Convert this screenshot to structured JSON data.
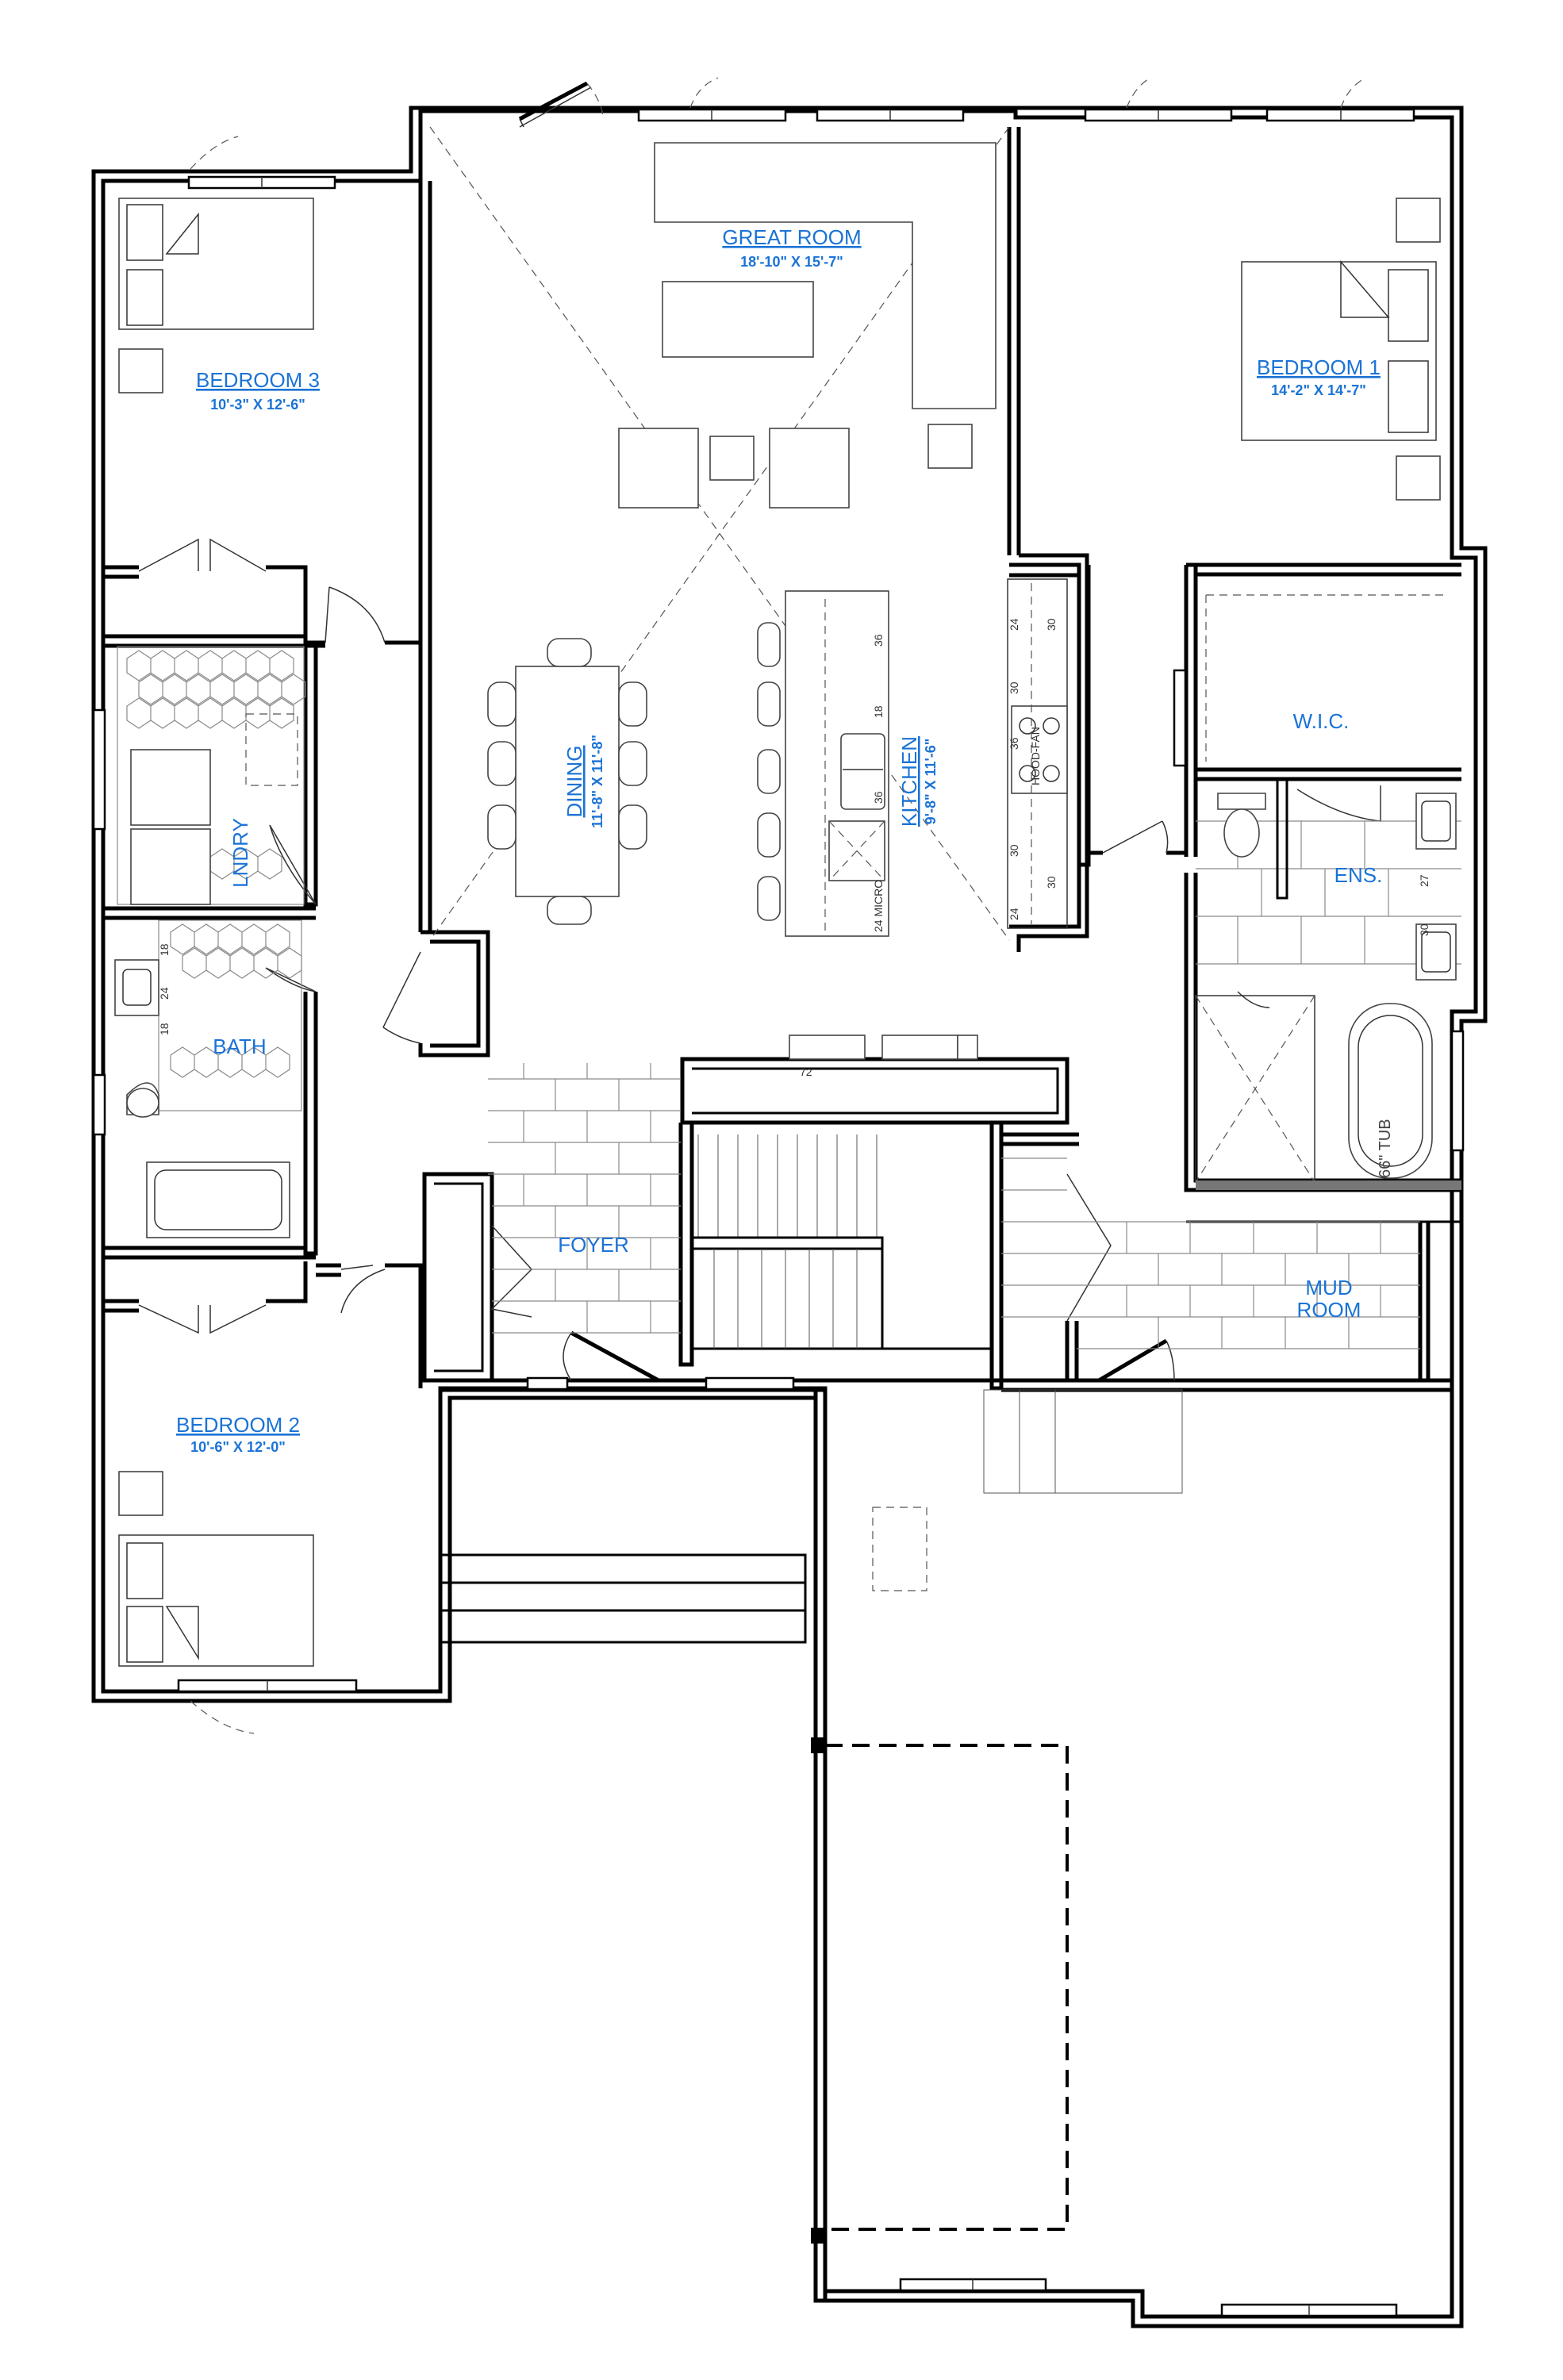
{
  "rooms": {
    "great_room": {
      "name": "GREAT ROOM",
      "dims": "18'-10\" X 15'-7\""
    },
    "bedroom1": {
      "name": "BEDROOM 1",
      "dims": "14'-2\" X 14'-7\""
    },
    "bedroom2": {
      "name": "BEDROOM 2",
      "dims": "10'-6\" X 12'-0\""
    },
    "bedroom3": {
      "name": "BEDROOM 3",
      "dims": "10'-3\" X 12'-6\""
    },
    "dining": {
      "name": "DINING",
      "dims": "11'-8\" X 11'-8\""
    },
    "kitchen": {
      "name": "KITCHEN",
      "dims": "9'-8\" X 11'-6\""
    },
    "laundry": {
      "name": "LNDRY"
    },
    "bath": {
      "name": "BATH"
    },
    "wic": {
      "name": "W.I.C."
    },
    "ensuite": {
      "name": "ENS."
    },
    "foyer": {
      "name": "FOYER"
    },
    "mudroom": {
      "name_line1": "MUD",
      "name_line2": "ROOM"
    }
  },
  "annotations": {
    "tub": "66\" TUB",
    "hood_fan": "HOOD-FAN",
    "micro": "24 MICRO",
    "k24a": "24",
    "k30a": "30",
    "k30b": "30",
    "k36": "36",
    "k30c": "30",
    "k24b": "24",
    "k36b": "36",
    "k18": "18",
    "k36c": "36",
    "k30d": "30",
    "k24c": "24",
    "b18a": "18",
    "b24": "24",
    "b18b": "18",
    "e27": "27",
    "e30": "30",
    "island72": "72"
  }
}
